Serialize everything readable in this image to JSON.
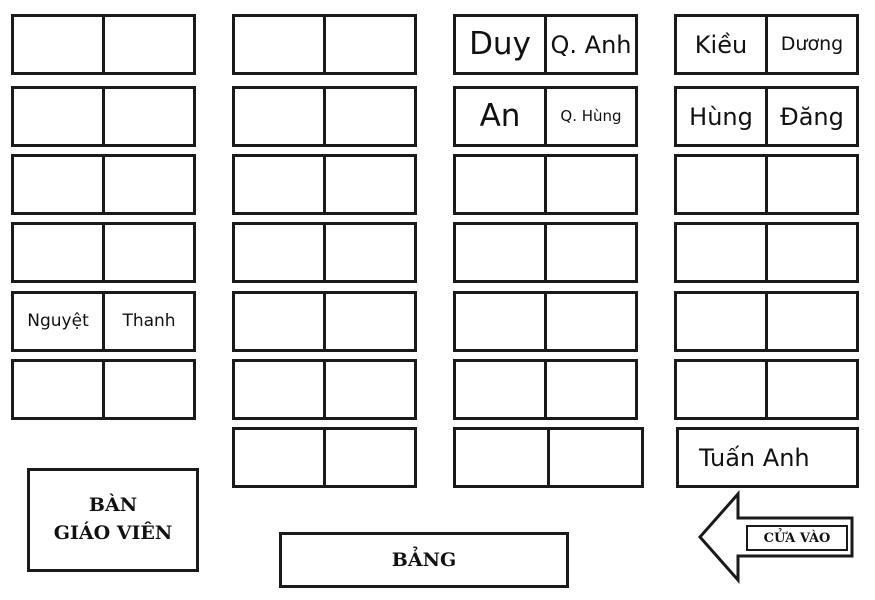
{
  "names": {
    "duy": "Duy",
    "q_anh": "Q. Anh",
    "kieu": "Kiều",
    "duong": "Dương",
    "an": "An",
    "q_hung": "Q. Hùng",
    "hung": "Hùng",
    "dang": "Đăng",
    "nguyet": "Nguyệt",
    "thanh": "Thanh",
    "tuan_anh": "Tuấn Anh"
  },
  "labels": {
    "teacher_line1": "BÀN",
    "teacher_line2": "GIÁO VIÊN",
    "board": "BẢNG",
    "door": "CỬA VÀO"
  }
}
